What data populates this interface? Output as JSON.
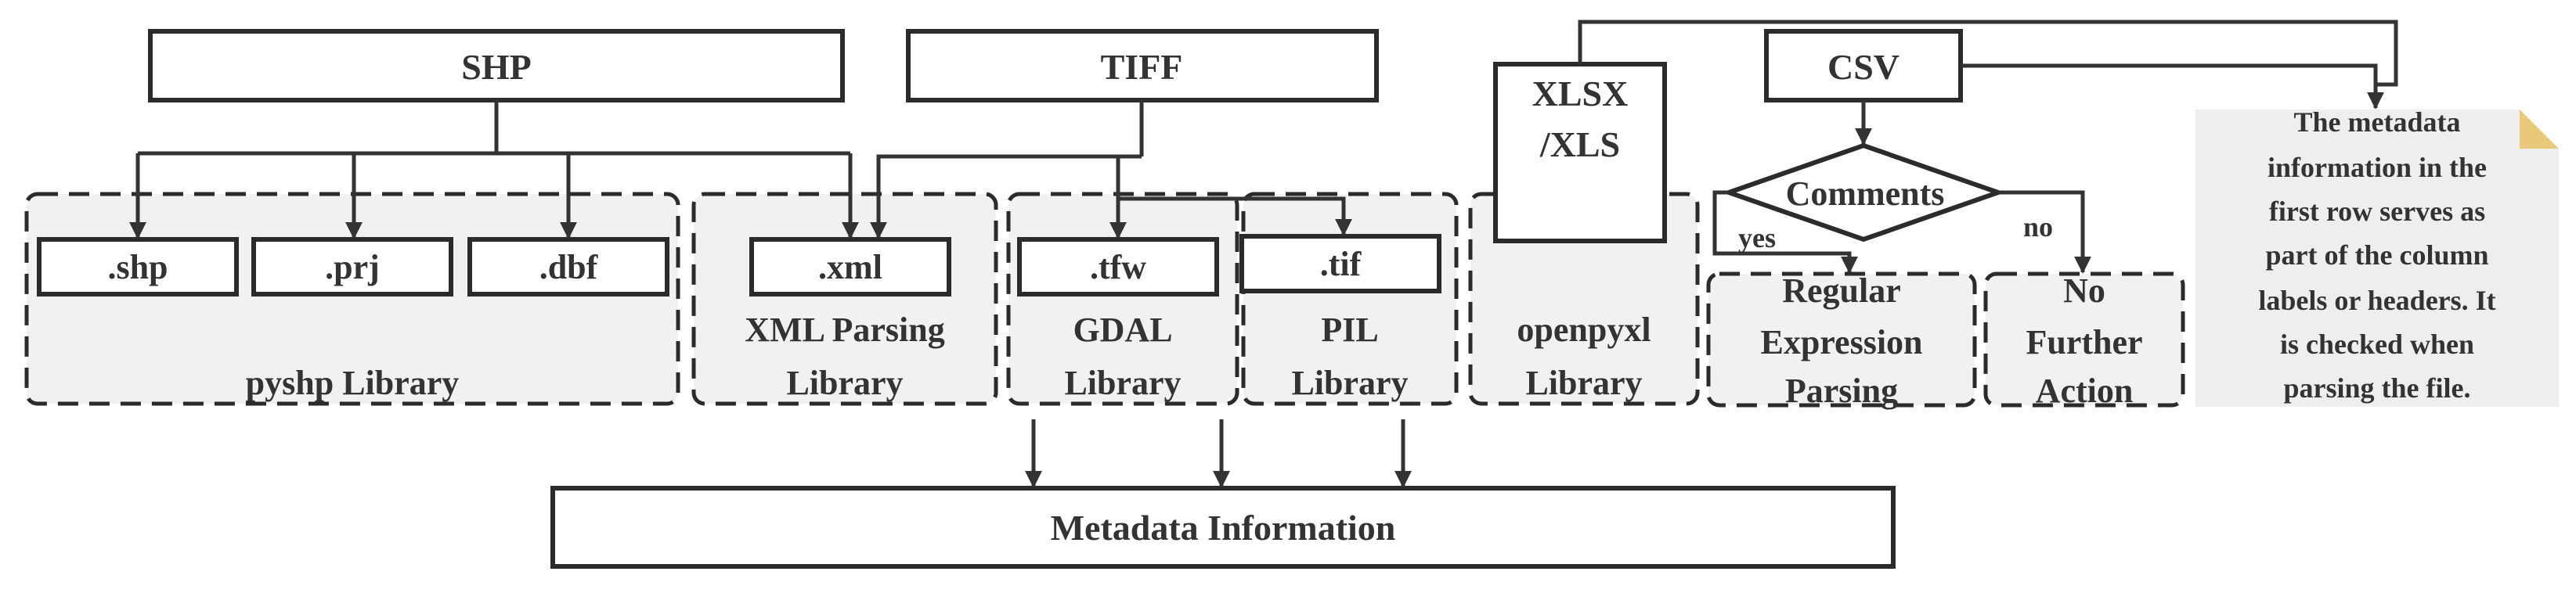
{
  "formats": {
    "shp": "SHP",
    "tiff": "TIFF",
    "xlsx_line1": "XLSX",
    "xlsx_line2": "/XLS",
    "csv": "CSV"
  },
  "files": {
    "shp": ".shp",
    "prj": ".prj",
    "dbf": ".dbf",
    "xml": ".xml",
    "tfw": ".tfw",
    "tif": ".tif"
  },
  "groups": {
    "pyshp": "pyshp Library",
    "xml_line1": "XML Parsing",
    "xml_line2": "Library",
    "gdal_line1": "GDAL",
    "gdal_line2": "Library",
    "pil_line1": "PIL",
    "pil_line2": "Library",
    "openpyxl_line1": "openpyxl",
    "openpyxl_line2": "Library",
    "regex_line1": "Regular",
    "regex_line2": "Expression",
    "regex_line3": "Parsing",
    "noaction_line1": "No",
    "noaction_line2": "Further",
    "noaction_line3": "Action"
  },
  "decision": {
    "label": "Comments",
    "yes": "yes",
    "no": "no"
  },
  "note": {
    "line1": "The metadata",
    "line2": "information in the",
    "line3": "first row serves as",
    "line4": "part of the column",
    "line5": "labels or headers. It",
    "line6": "is checked when",
    "line7": "parsing the file."
  },
  "output": {
    "label": "Metadata Information"
  },
  "colors": {
    "stroke": "#2b2b2b",
    "group_fill": "#f1f1f2",
    "note_fill": "#eeeeee",
    "note_fold": "#e8c97a",
    "text": "#333333"
  }
}
